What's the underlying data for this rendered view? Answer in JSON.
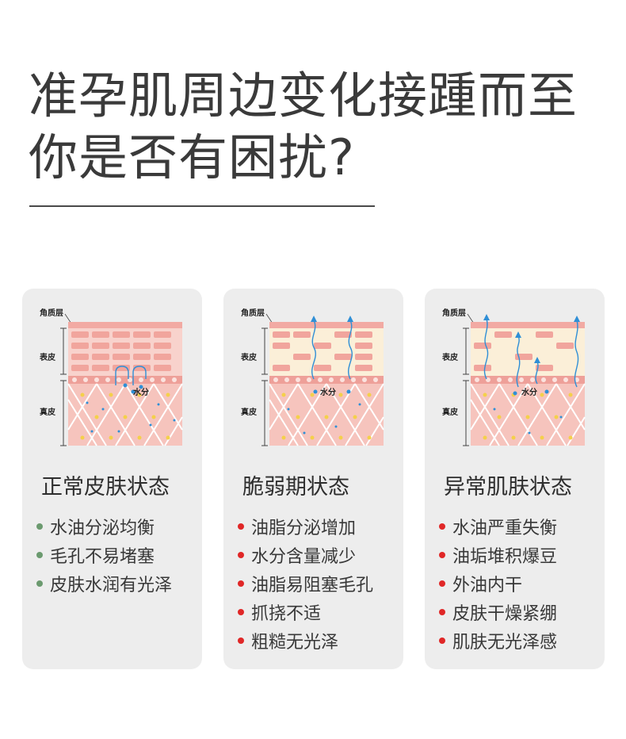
{
  "headline": {
    "line1": "准孕肌周边变化接踵而至",
    "line2": "你是否有困扰?"
  },
  "colors": {
    "good": "#6b9a6f",
    "bad": "#e02727",
    "skin": "#f6c4bd",
    "water": "#2f8fd6"
  },
  "cards": [
    {
      "labels": {
        "corneum": "角质层",
        "epidermis": "表皮",
        "dermis": "真皮",
        "water": "水分"
      },
      "title": "正常皮肤状态",
      "items": [
        "水油分泌均衡",
        "毛孔不易堵塞",
        "皮肤水润有光泽"
      ]
    },
    {
      "labels": {
        "corneum": "角质层",
        "epidermis": "表皮",
        "dermis": "真皮",
        "water": "水分"
      },
      "title": "脆弱期状态",
      "items": [
        "油脂分泌增加",
        "水分含量减少",
        "油脂易阻塞毛孔",
        "抓挠不适",
        "粗糙无光泽"
      ]
    },
    {
      "labels": {
        "corneum": "角质层",
        "epidermis": "表皮",
        "dermis": "真皮",
        "water": "水分"
      },
      "title": "异常肌肤状态",
      "items": [
        "水油严重失衡",
        "油垢堆积爆豆",
        "外油内干",
        "皮肤干燥紧绷",
        "肌肤无光泽感"
      ]
    }
  ]
}
